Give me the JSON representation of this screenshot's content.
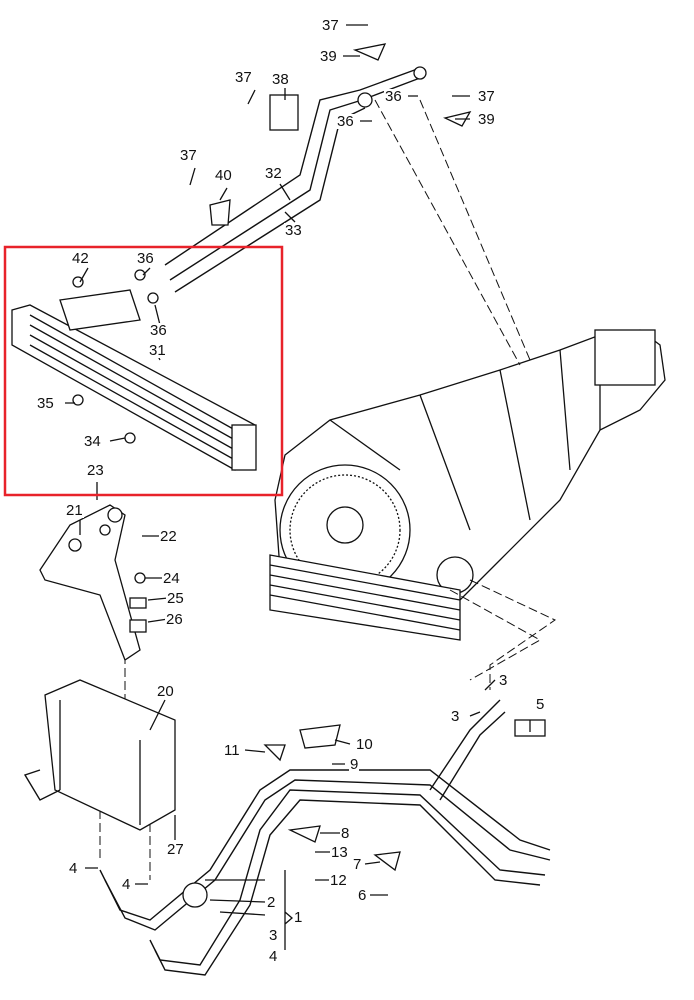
{
  "highlight_color": "#e8222a",
  "callouts": [
    "37",
    "39",
    "37",
    "38",
    "36",
    "37",
    "36",
    "39",
    "37",
    "40",
    "32",
    "33",
    "42",
    "36",
    "36",
    "31",
    "35",
    "34",
    "23",
    "21",
    "22",
    "24",
    "25",
    "26",
    "3",
    "3",
    "5",
    "20",
    "11",
    "10",
    "9",
    "8",
    "13",
    "12",
    "7",
    "6",
    "27",
    "4",
    "4",
    "2",
    "1",
    "3",
    "4"
  ]
}
